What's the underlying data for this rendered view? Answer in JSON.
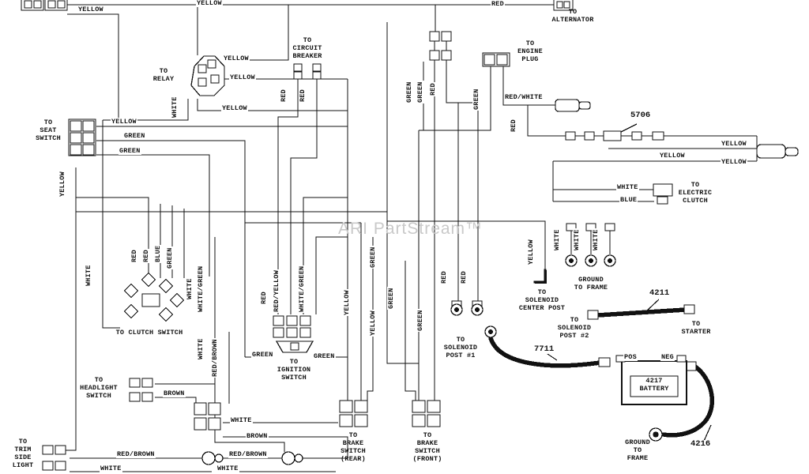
{
  "diagram": {
    "watermark": "ARI PartStream™",
    "background": "#ffffff",
    "line_color": "#111111",
    "watermark_color": "#c9c9c9"
  },
  "components": [
    {
      "name": "to-alternator",
      "label": "TO\nALTERNATOR"
    },
    {
      "name": "to-circuit-breaker",
      "label": "TO\nCIRCUIT\nBREAKER"
    },
    {
      "name": "to-relay",
      "label": "TO\nRELAY"
    },
    {
      "name": "to-seat-switch",
      "label": "TO\nSEAT\nSWITCH"
    },
    {
      "name": "to-engine-plug",
      "label": "TO\nENGINE\nPLUG"
    },
    {
      "name": "to-electric-clutch",
      "label": "TO\nELECTRIC\nCLUTCH"
    },
    {
      "name": "to-clutch-switch",
      "label": "TO CLUTCH SWITCH"
    },
    {
      "name": "to-ignition-switch",
      "label": "TO\nIGNITION\nSWITCH"
    },
    {
      "name": "to-headlight-switch",
      "label": "TO\nHEADLIGHT\nSWITCH"
    },
    {
      "name": "to-trim-side-light",
      "label": "TO\nTRIM\nSIDE\nLIGHT"
    },
    {
      "name": "to-brake-switch-rear",
      "label": "TO\nBRAKE\nSWITCH\n(REAR)"
    },
    {
      "name": "to-brake-switch-front",
      "label": "TO\nBRAKE\nSWITCH\n(FRONT)"
    },
    {
      "name": "to-solenoid-post-1",
      "label": "TO\nSOLENOID\nPOST #1"
    },
    {
      "name": "to-solenoid-center-post",
      "label": "TO\nSOLENOID\nCENTER POST"
    },
    {
      "name": "to-solenoid-post-2",
      "label": "TO\nSOLENOID\nPOST #2"
    },
    {
      "name": "to-starter",
      "label": "TO\nSTARTER"
    },
    {
      "name": "ground-to-frame-upper",
      "label": "GROUND\nTO FRAME"
    },
    {
      "name": "ground-to-frame-lower",
      "label": "GROUND\nTO\nFRAME"
    }
  ],
  "wire_labels_h": [
    {
      "text": "YELLOW"
    },
    {
      "text": "YELLOW"
    },
    {
      "text": "RED"
    },
    {
      "text": "YELLOW"
    },
    {
      "text": "YELLOW"
    },
    {
      "text": "YELLOW"
    },
    {
      "text": "YELLOW"
    },
    {
      "text": "GREEN"
    },
    {
      "text": "GREEN"
    },
    {
      "text": "RED/WHITE"
    },
    {
      "text": "YELLOW"
    },
    {
      "text": "YELLOW"
    },
    {
      "text": "YELLOW"
    },
    {
      "text": "WHITE"
    },
    {
      "text": "BLUE"
    },
    {
      "text": "GREEN"
    },
    {
      "text": "GREEN"
    },
    {
      "text": "BROWN"
    },
    {
      "text": "WHITE"
    },
    {
      "text": "BROWN"
    },
    {
      "text": "RED/BROWN"
    },
    {
      "text": "RED/BROWN"
    },
    {
      "text": "WHITE"
    },
    {
      "text": "WHITE"
    }
  ],
  "wire_labels_v": [
    {
      "text": "WHITE"
    },
    {
      "text": "YELLOW"
    },
    {
      "text": "RED"
    },
    {
      "text": "RED"
    },
    {
      "text": "GREEN"
    },
    {
      "text": "GREEN"
    },
    {
      "text": "RED"
    },
    {
      "text": "GREEN"
    },
    {
      "text": "RED"
    },
    {
      "text": "WHITE"
    },
    {
      "text": "RED"
    },
    {
      "text": "RED"
    },
    {
      "text": "BLUE"
    },
    {
      "text": "GREEN"
    },
    {
      "text": "WHITE"
    },
    {
      "text": "WHITE/GREEN"
    },
    {
      "text": "WHITE"
    },
    {
      "text": "RED/BROWN"
    },
    {
      "text": "RED"
    },
    {
      "text": "RED/YELLOW"
    },
    {
      "text": "WHITE/GREEN"
    },
    {
      "text": "YELLOW"
    },
    {
      "text": "GREEN"
    },
    {
      "text": "YELLOW"
    },
    {
      "text": "GREEN"
    },
    {
      "text": "GREEN"
    },
    {
      "text": "RED"
    },
    {
      "text": "RED"
    },
    {
      "text": "YELLOW"
    },
    {
      "text": "WHITE"
    },
    {
      "text": "WHITE"
    },
    {
      "text": "WHITE"
    }
  ],
  "part_numbers": [
    {
      "text": "5706"
    },
    {
      "text": "4211"
    },
    {
      "text": "7711"
    },
    {
      "text": "4216"
    }
  ],
  "battery": {
    "label": "4217\nBATTERY",
    "pos": "POS",
    "neg": "NEG"
  }
}
